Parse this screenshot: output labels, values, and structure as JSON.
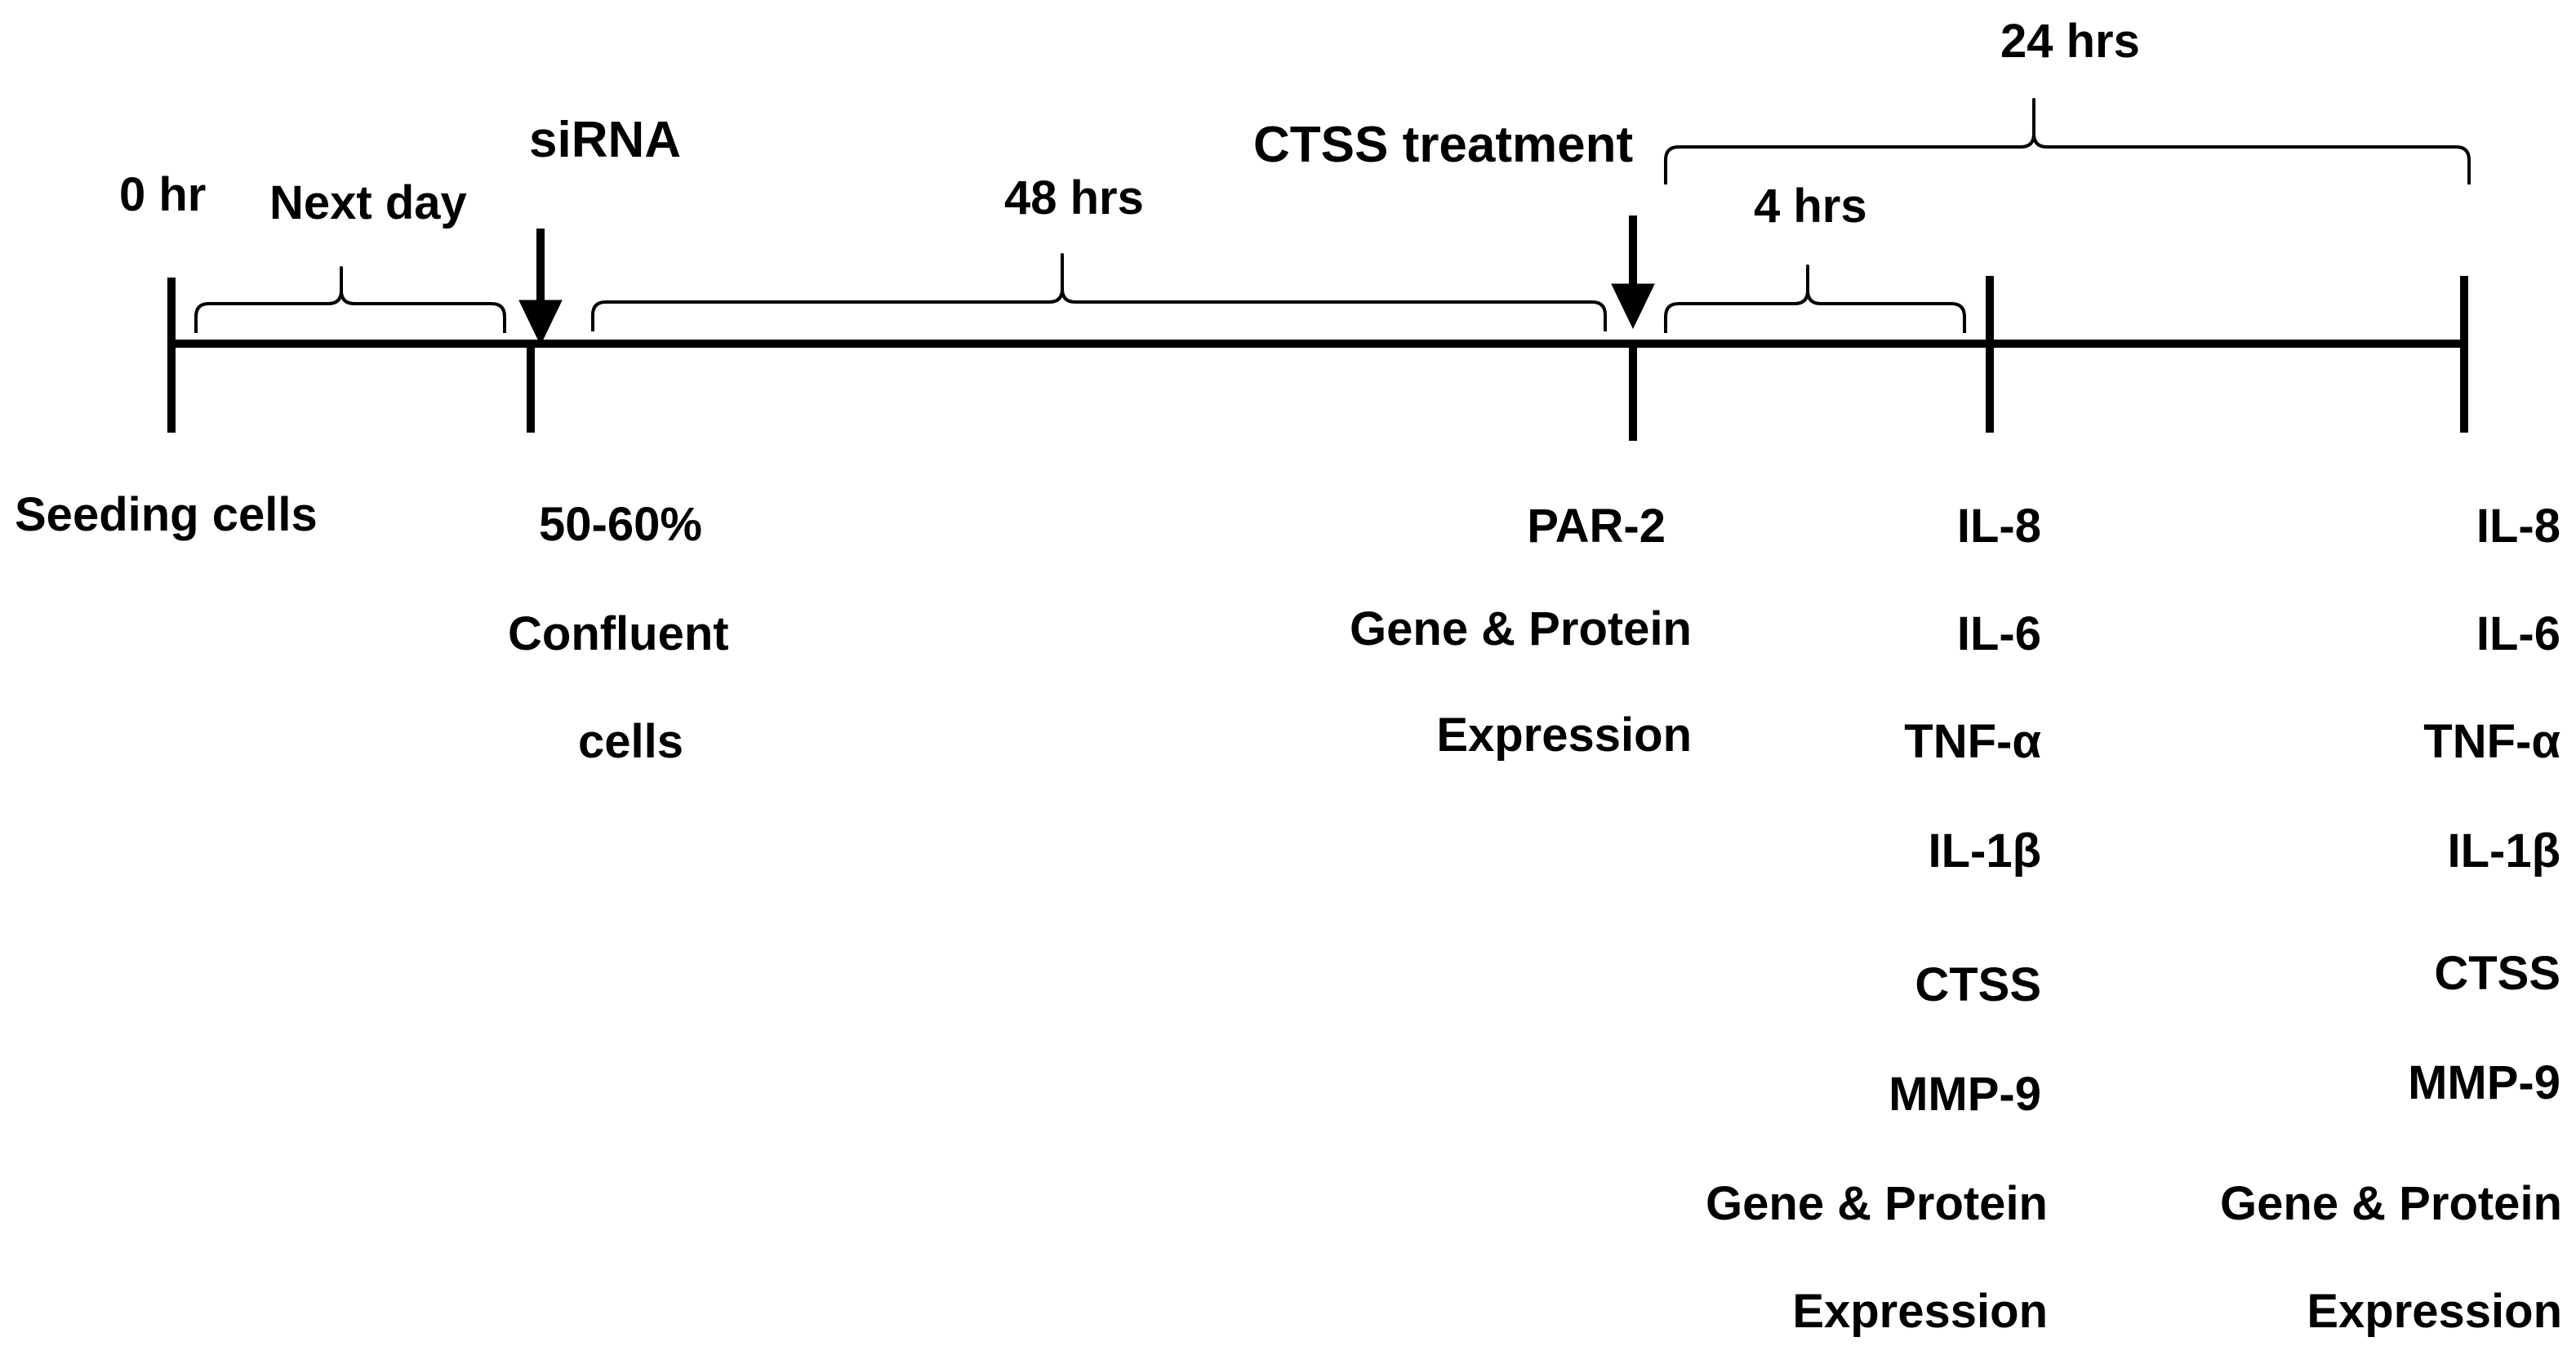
{
  "colors": {
    "line": "#000000",
    "background": "#ffffff"
  },
  "timeline": {
    "start_label": "0 hr",
    "seg1_label": "Next day",
    "sirna_label": "siRNA",
    "seg2_label": "48 hrs",
    "treatment_label": "CTSS treatment",
    "seg3_label": "4 hrs",
    "overall_label": "24 hrs"
  },
  "bottom": {
    "seeding": "Seeding cells",
    "confluent": [
      "50-60%",
      "Confluent",
      "cells"
    ],
    "par2": [
      "PAR-2",
      "Gene & Protein",
      "Expression"
    ],
    "readout_4h": [
      "IL-8",
      "IL-6",
      "TNF-α",
      "IL-1β",
      "CTSS",
      "MMP-9",
      "Gene & Protein",
      "Expression"
    ],
    "readout_24h": [
      "IL-8",
      "IL-6",
      "TNF-α",
      "IL-1β",
      "CTSS",
      "MMP-9",
      "Gene & Protein",
      "Expression"
    ]
  }
}
